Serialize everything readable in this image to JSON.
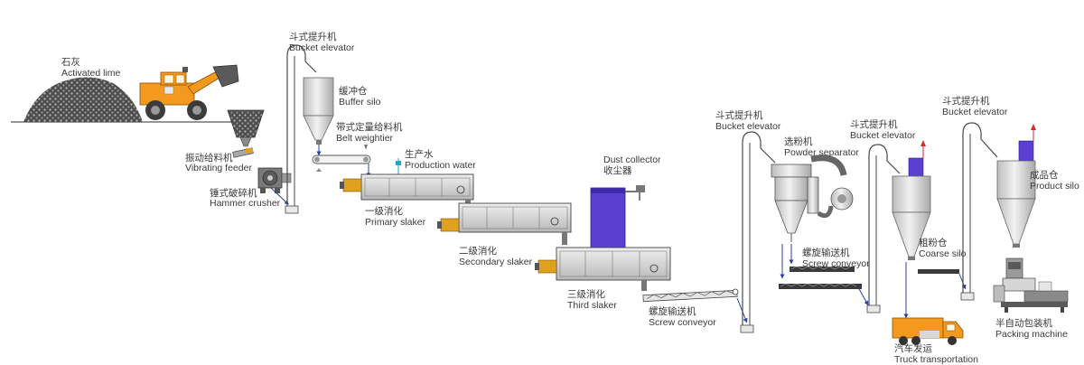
{
  "diagram": {
    "labels": {
      "lime_cn": "石灰",
      "lime_en": "Activated lime",
      "feeder_cn": "振动给料机",
      "feeder_en": "Vibrating feeder",
      "hammer_cn": "锤式破碎机",
      "hammer_en": "Hammer crusher",
      "elev1_cn": "斗式提升机",
      "elev1_en": "Bucket elevator",
      "buffer_cn": "缓冲仓",
      "buffer_en": "Buffer silo",
      "belt_cn": "带式定量给料机",
      "belt_en": "Belt weightier",
      "water_cn": "生产水",
      "water_en": "Production water",
      "primary_cn": "一级消化",
      "primary_en": "Primary slaker",
      "secondary_cn": "二级消化",
      "secondary_en": "Secondary slaker",
      "third_cn": "三级消化",
      "third_en": "Third slaker",
      "dust_en": "Dust collector",
      "dust_cn": "收尘器",
      "screw1_cn": "螺旋输送机",
      "screw1_en": "Screw conveyor",
      "elev2_cn": "斗式提升机",
      "elev2_en": "Bucket elevator",
      "separator_cn": "选粉机",
      "separator_en": "Powder separator",
      "screw2_cn": "螺旋输送机",
      "screw2_en": "Screw conveyor",
      "elev3_cn": "斗式提升机",
      "elev3_en": "Bucket elevator",
      "coarse_cn": "粗粉仓",
      "coarse_en": "Coarse silo",
      "truck_cn": "汽车发运",
      "truck_en": "Truck transportation",
      "elev4_cn": "斗式提升机",
      "elev4_en": "Bucket elevator",
      "product_cn": "成品仓",
      "product_en": "Product silo",
      "packing_cn": "半自动包装机",
      "packing_en": "Packing machine"
    },
    "colors": {
      "line": "#4a4a4a",
      "flow": "#2f3f9e",
      "arrow_up": "#d42a2a",
      "loader": "#f39a1e",
      "dust": "#5a3fd0",
      "motor": "#e0a020",
      "machine": "#d8d8d8"
    }
  }
}
